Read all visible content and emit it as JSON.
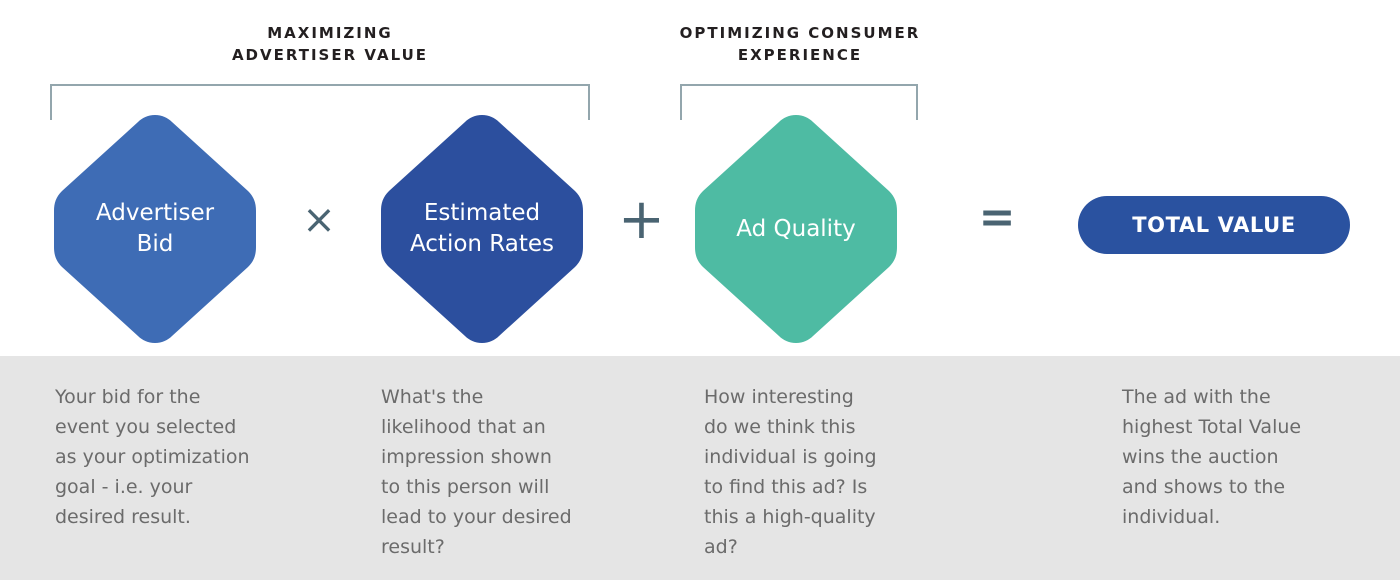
{
  "colors": {
    "page_background": "#ffffff",
    "band_background": "#e5e5e5",
    "bracket_line": "#93a6ad",
    "operator": "#4a6472",
    "header_text": "#231f20",
    "description_text": "#6b6b6b",
    "hex_advertiser_bid": "#3e6cb5",
    "hex_estimated_action_rates": "#2c4f9e",
    "hex_ad_quality": "#4ebba3",
    "pill_background": "#2a52a0",
    "pill_text": "#ffffff"
  },
  "headers": {
    "advertiser": "MAXIMIZING\nADVERTISER VALUE",
    "consumer": "OPTIMIZING CONSUMER\nEXPERIENCE"
  },
  "formula": {
    "nodes": [
      {
        "id": "advertiser-bid",
        "label": "Advertiser\nBid",
        "color": "#3e6cb5",
        "shape": "hexagon"
      },
      {
        "id": "estimated-action-rates",
        "label": "Estimated\nAction Rates",
        "color": "#2c4f9e",
        "shape": "hexagon"
      },
      {
        "id": "ad-quality",
        "label": "Ad Quality",
        "color": "#4ebba3",
        "shape": "hexagon"
      },
      {
        "id": "total-value",
        "label": "TOTAL VALUE",
        "color": "#2a52a0",
        "shape": "pill"
      }
    ],
    "operators": [
      {
        "id": "multiply",
        "symbol": "×",
        "name": "multiplication-sign"
      },
      {
        "id": "plus",
        "symbol": "+",
        "name": "plus-sign"
      },
      {
        "id": "equals",
        "symbol": "=",
        "name": "equals-sign"
      }
    ]
  },
  "descriptions": {
    "advertiser_bid": "Your bid for the\nevent you selected\nas your optimization\ngoal - i.e. your\ndesired result.",
    "estimated_action_rates": "What's the\nlikelihood that an\nimpression shown\nto this person will\nlead to your desired\nresult?",
    "ad_quality": "How interesting\ndo we think this\nindividual is going\nto find this ad? Is\nthis a high-quality\nad?",
    "total_value": "The ad with the\nhighest Total Value\nwins the auction\nand shows to the\nindividual."
  }
}
